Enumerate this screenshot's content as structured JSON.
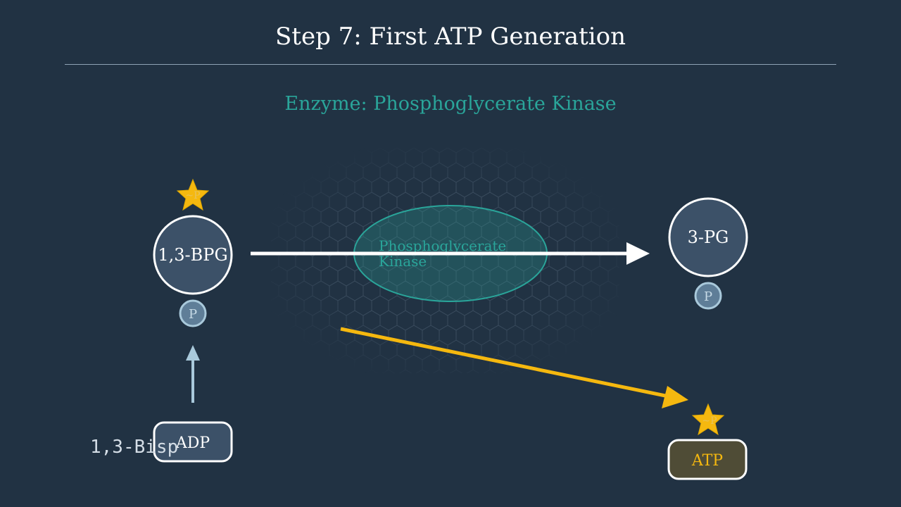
{
  "title": "Step 7: First ATP Generation",
  "enzyme_label": "Enzyme: Phosphoglycerate Kinase",
  "enzyme_blob": {
    "line1": "Phosphoglycerate",
    "line2": "Kinase"
  },
  "substrate": {
    "label": "1,3-BPG",
    "phosphate": "P",
    "high_energy": "~P"
  },
  "product": {
    "label": "3-PG",
    "phosphate": "P"
  },
  "adp": {
    "label": "ADP"
  },
  "atp": {
    "label": "ATP",
    "high_energy": "~P"
  },
  "typed_caption": "1,3-Bisp",
  "colors": {
    "background": "#213243",
    "enzyme": "#2aa59a",
    "energy": "#f5b80f",
    "phosphate": "#a9c9db"
  }
}
